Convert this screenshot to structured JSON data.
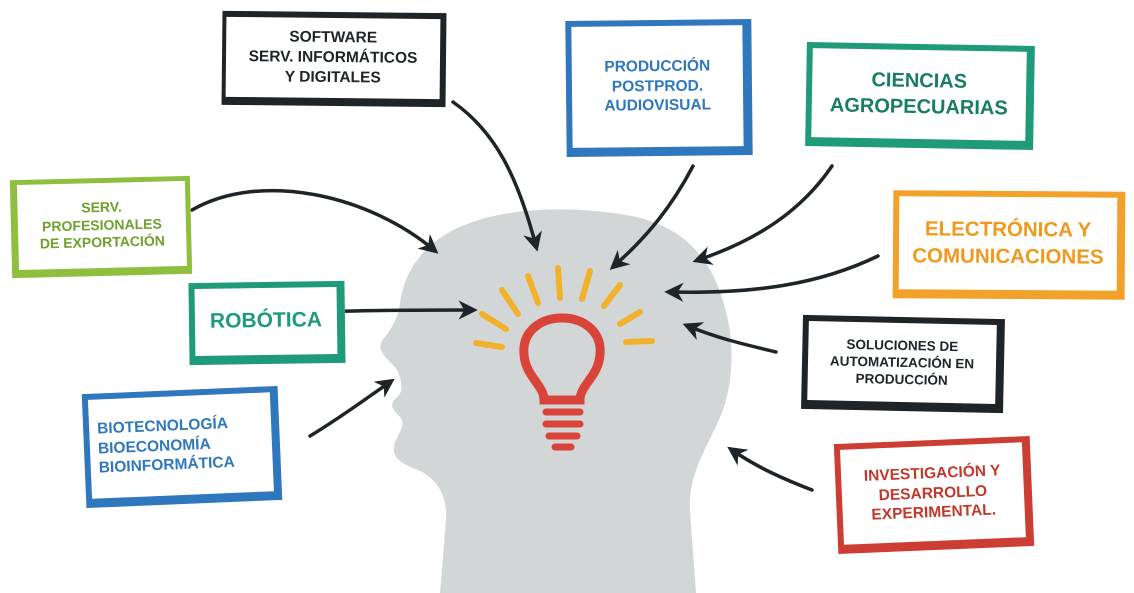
{
  "colors": {
    "head": "#d3d6d6",
    "arrow": "#1e2428",
    "bulb": "#d9443a",
    "rays": "#f2b12b",
    "dark": "#1e2428",
    "blue": "#2f78bd",
    "teal": "#1f9b7a",
    "light_green": "#8fbf3f",
    "orange": "#f2a22a",
    "red": "#cc3e33"
  },
  "center": {
    "icon": "lightbulb-icon"
  },
  "boxes": {
    "software": {
      "lines": [
        "SOFTWARE",
        "SERV. INFORMÁTICOS",
        "Y DIGITALES"
      ]
    },
    "audiovisual": {
      "lines": [
        "PRODUCCIÓN",
        "POSTPROD.",
        "AUDIOVISUAL"
      ]
    },
    "agro": {
      "lines": [
        "CIENCIAS",
        "AGROPECUARIAS"
      ]
    },
    "exportacion": {
      "lines": [
        "SERV.",
        "PROFESIONALES",
        "DE EXPORTACIÓN"
      ]
    },
    "electronica": {
      "lines": [
        "ELECTRÓNICA Y",
        "COMUNICACIONES"
      ]
    },
    "robotica": {
      "lines": [
        "ROBÓTICA"
      ]
    },
    "automatizacion": {
      "lines": [
        "SOLUCIONES DE",
        "AUTOMATIZACIÓN EN",
        "PRODUCCIÓN"
      ]
    },
    "biotecnologia": {
      "lines": [
        "BIOTECNOLOGÍA",
        "BIOECONOMÍA",
        "BIOINFORMÁTICA"
      ]
    },
    "investigacion": {
      "lines": [
        "INVESTIGACIÓN Y",
        "DESARROLLO",
        "EXPERIMENTAL."
      ]
    }
  }
}
